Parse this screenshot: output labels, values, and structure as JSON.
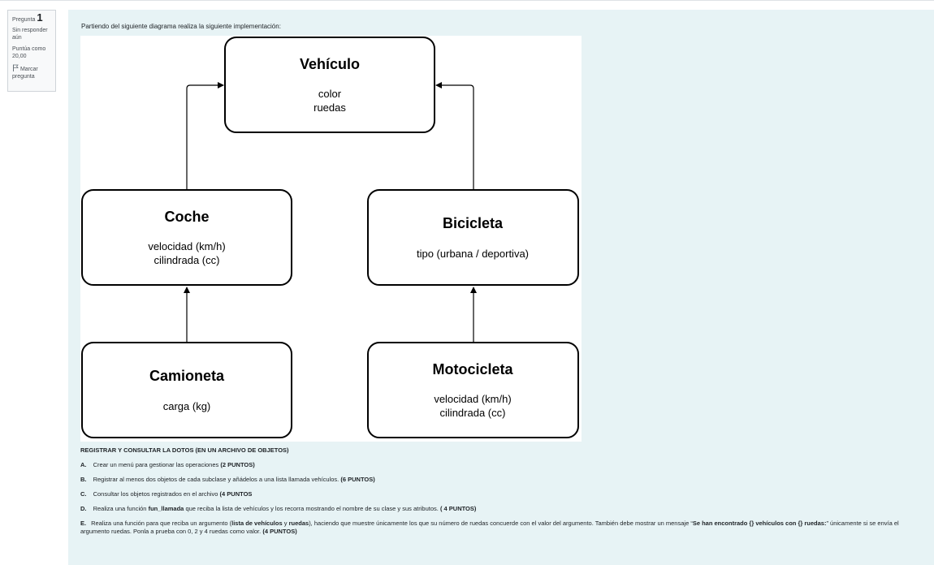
{
  "question_info": {
    "label": "Pregunta",
    "number": "1",
    "state": "Sin responder aún",
    "grade": "Puntúa como 20,00",
    "flag_label": "Marcar pregunta"
  },
  "intro": "Partiendo del siguiente diagrama realiza la siguiente implementación:",
  "diagram": {
    "vehiculo": {
      "title": "Vehículo",
      "attrs": [
        "color",
        "ruedas"
      ]
    },
    "coche": {
      "title": "Coche",
      "attrs": [
        "velocidad (km/h)",
        "cilindrada (cc)"
      ]
    },
    "bicicleta": {
      "title": "Bicicleta",
      "attrs": [
        "tipo (urbana / deportiva)"
      ]
    },
    "camioneta": {
      "title": "Camioneta",
      "attrs": [
        "carga (kg)"
      ]
    },
    "motocicleta": {
      "title": "Motocicleta",
      "attrs": [
        "velocidad (km/h)",
        "cilindrada (cc)"
      ]
    }
  },
  "instructions": {
    "heading": "REGISTRAR Y CONSULTAR LA DOTOS (EN UN ARCHIVO DE OBJETOS)",
    "a": {
      "letter": "A.",
      "text": "Crear un menú para gestionar las operaciones",
      "points": "(2 PUNTOS)"
    },
    "b": {
      "letter": "B.",
      "text": "Registrar al menos dos objetos de cada subclase y añádelos a una lista llamada vehículos.",
      "points": "(6 PUNTOS)"
    },
    "c": {
      "letter": "C.",
      "text": "Consultar los objetos registrados en el archivo",
      "points": "(4 PUNTOS"
    },
    "d": {
      "letter": "D.",
      "text_before": "Realiza una función",
      "func": "fun_llamada",
      "text_after": "que reciba la lista de vehículos y los recorra mostrando el nombre de su clase y sus atributos.",
      "points": "( 4 PUNTOS)"
    },
    "e": {
      "letter": "E.",
      "text1": "Realiza una función para que reciba un argumento (",
      "bold1": "lista de vehículos",
      "text2": " y ",
      "bold2": "ruedas",
      "text3": "), haciendo que muestre únicamente los que su número de ruedas concuerde con el valor del argumento. También debe mostrar un mensaje “",
      "bold3": "Se han encontrado {} vehículos con {} ruedas:",
      "text4": "” únicamente si se envía el argumento ruedas. Ponla a prueba con 0, 2 y 4 ruedas como valor.",
      "points": "(4 PUNTOS)"
    }
  }
}
